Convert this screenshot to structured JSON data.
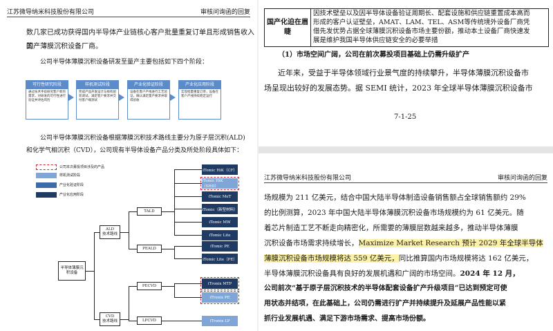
{
  "left": {
    "header_left": "江苏微导纳米科技股份有限公司",
    "header_right": "审核问询函的回复",
    "para1_line1": "数几家已成功获得国内半导体产业链核心客户批量重复订单且形成销售收入的",
    "para1_line2": "国产薄膜沉积设备厂商。",
    "para2": "公司半导体薄膜沉积设备研发至量产主要包括如下四个阶段：",
    "stages": [
      {
        "title": "可行性研究阶段",
        "body": "通过技术手段研究客户新的需求，对研发的可行性进行验证并评估风险"
      },
      {
        "title": "样机测试阶段",
        "body": "完成产品开发设计与样机组装调试，满足客户要求并交付客户端测试"
      },
      {
        "title": "产业化验证阶段",
        "body": "设备在客户产线进行工艺验证，确认满足量产要求并取得验收"
      },
      {
        "title": "产业化应用阶段",
        "body": "实现批量重复订单，设备在客户产线持续稳定运行"
      }
    ],
    "para3_line1": "公司半导体薄膜沉积设备根据薄膜沉积技术路线主要分为原子层沉积(ALD)",
    "para3_line2": "和化学气相沉积（CVD），公司现有半导体设备产品分类及所处阶段具体如下：",
    "legend": [
      {
        "label": "公司本次募投项目涉及的产品",
        "color": "#ffffff"
      },
      {
        "label": "样机测试阶段",
        "color": "#7fa6d6"
      },
      {
        "label": "产业化验证阶段",
        "color": "#3f6aa8"
      },
      {
        "label": "产业化应用阶段",
        "color": "#1f3b63"
      }
    ],
    "tree": {
      "root": "半导体薄膜沉积设备",
      "ald": "ALD\n技术路线",
      "cvd": "CVD\n技术路线",
      "tald": "TALD",
      "peald": "PEALD",
      "pecvd": "PECVD",
      "lpcvd": "LPCVD",
      "products": [
        "iTomic HiK（CF）",
        "iTomic HiK（SHD）",
        "iTomic MeT",
        "iTomic（新型材料）",
        "iTomic MW",
        "iTomic Lite",
        "iTomic PE",
        "iTomic Lite（PE）",
        "iTronix MTP",
        "iTronix PE",
        "iTronix LP"
      ]
    }
  },
  "right_top": {
    "table_label": "国产化迫在眉睫",
    "table_text_1": "因技术壁垒以及因半导体设备验证周期长、配套设施和供应链重置成本高而",
    "table_text_2": "形成的客户认证壁垒，AMAT、LAM、TEL、ASM等传统境外设备厂商凭",
    "table_text_3": "借先发优势占据全球薄膜沉积设备市场主要份额，推动本土设备厂商快速发",
    "table_text_4": "展是维护我国半导体供应链安全的必要举措",
    "heading": "（1）市场空间广阔，公司在前次募投项目基础上仍需升级扩产",
    "para_line1": "近年来，受益于半导体领域行业景气度的持续攀升，半导体薄膜沉积设备市",
    "para_line2": "场呈现出较好的发展态势。据 SEMI 统计，2023 年全球半导体薄膜沉积设备市",
    "page_num": "7-1-25"
  },
  "right_bottom": {
    "header_left": "江苏微导纳米科技股份有限公司",
    "header_right": "审核问询函的回复",
    "l1": "场规模为 211 亿美元，结合中国大陆半导体制造设备销售额占全球销售额约 29%",
    "l2": "的比例测算，2023 年中国大陆半导体薄膜沉积设备市场规模约为 61 亿美元。随",
    "l3": "着芯片制造工艺不断走向精密化，所需要的薄膜层数越来越多，推动半导体薄膜",
    "l4a": "沉积设备市场需求持续增长，",
    "l4b": "Maximize Market Research 预计 2029 年全球半导体",
    "l5a": "薄膜沉积设备市场规模将达 559 亿美元，",
    "l5b": "同比推算国内市场规模将达 162 亿美元，",
    "l6a": "半导体薄膜沉积设备具有良好的发展机遇和广阔的市场空间。",
    "l6b": "2024 年 12 月，",
    "l7": "公司前次“基于原子层沉积技术的半导体配套设备扩产升级项目”已达到预定可使",
    "l8": "用状态并结项，在此基础上，公司仍需进行扩产并持续提升及延展产品性能以紧",
    "l9": "抓行业发展机遇、满足下游市场需求、提高市场份额。"
  }
}
